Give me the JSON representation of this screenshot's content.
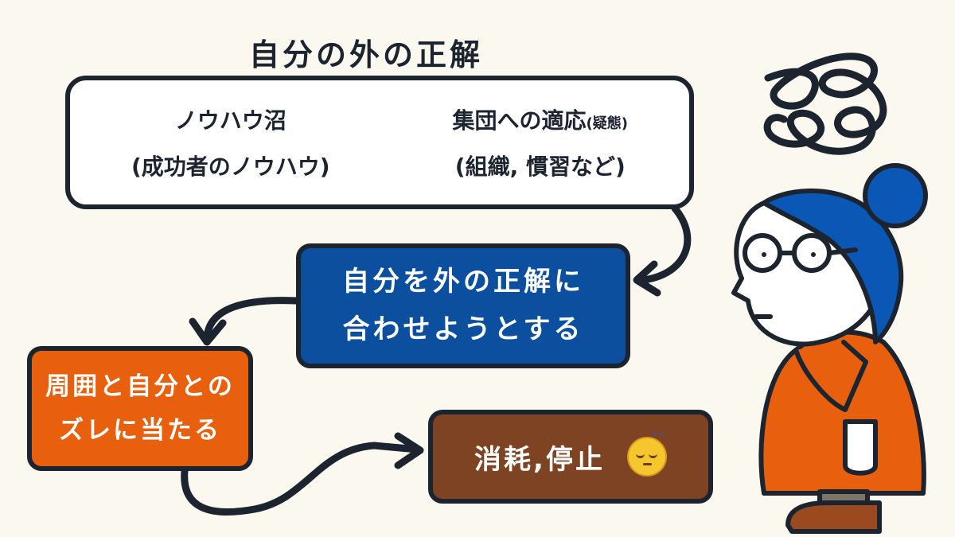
{
  "diagram": {
    "title": "自分の外の正解",
    "outer": {
      "left_col": {
        "line1": "ノウハウ沼",
        "line2": "(成功者のノウハウ)"
      },
      "right_col": {
        "line1": "集団への適応",
        "line1_small": "(疑態)",
        "line2": "(組織, 慣習など)"
      }
    },
    "blue_box": {
      "line1": "自分を外の正解に",
      "line2": "合わせようとする"
    },
    "orange_box": {
      "line1": "周囲と自分との",
      "line2": "ズレに当たる"
    },
    "brown_box": {
      "label": "消耗,停止"
    }
  },
  "colors": {
    "background": "#fbf8ef",
    "outline": "#1c2430",
    "blue": "#0b4f9e",
    "orange": "#e8600e",
    "brown": "#7d4322",
    "person_hair": "#0b57b5",
    "person_coat": "#e8600e"
  },
  "icons": [
    "sleepy-face-emoji",
    "scribble-thought",
    "person-illustration"
  ]
}
